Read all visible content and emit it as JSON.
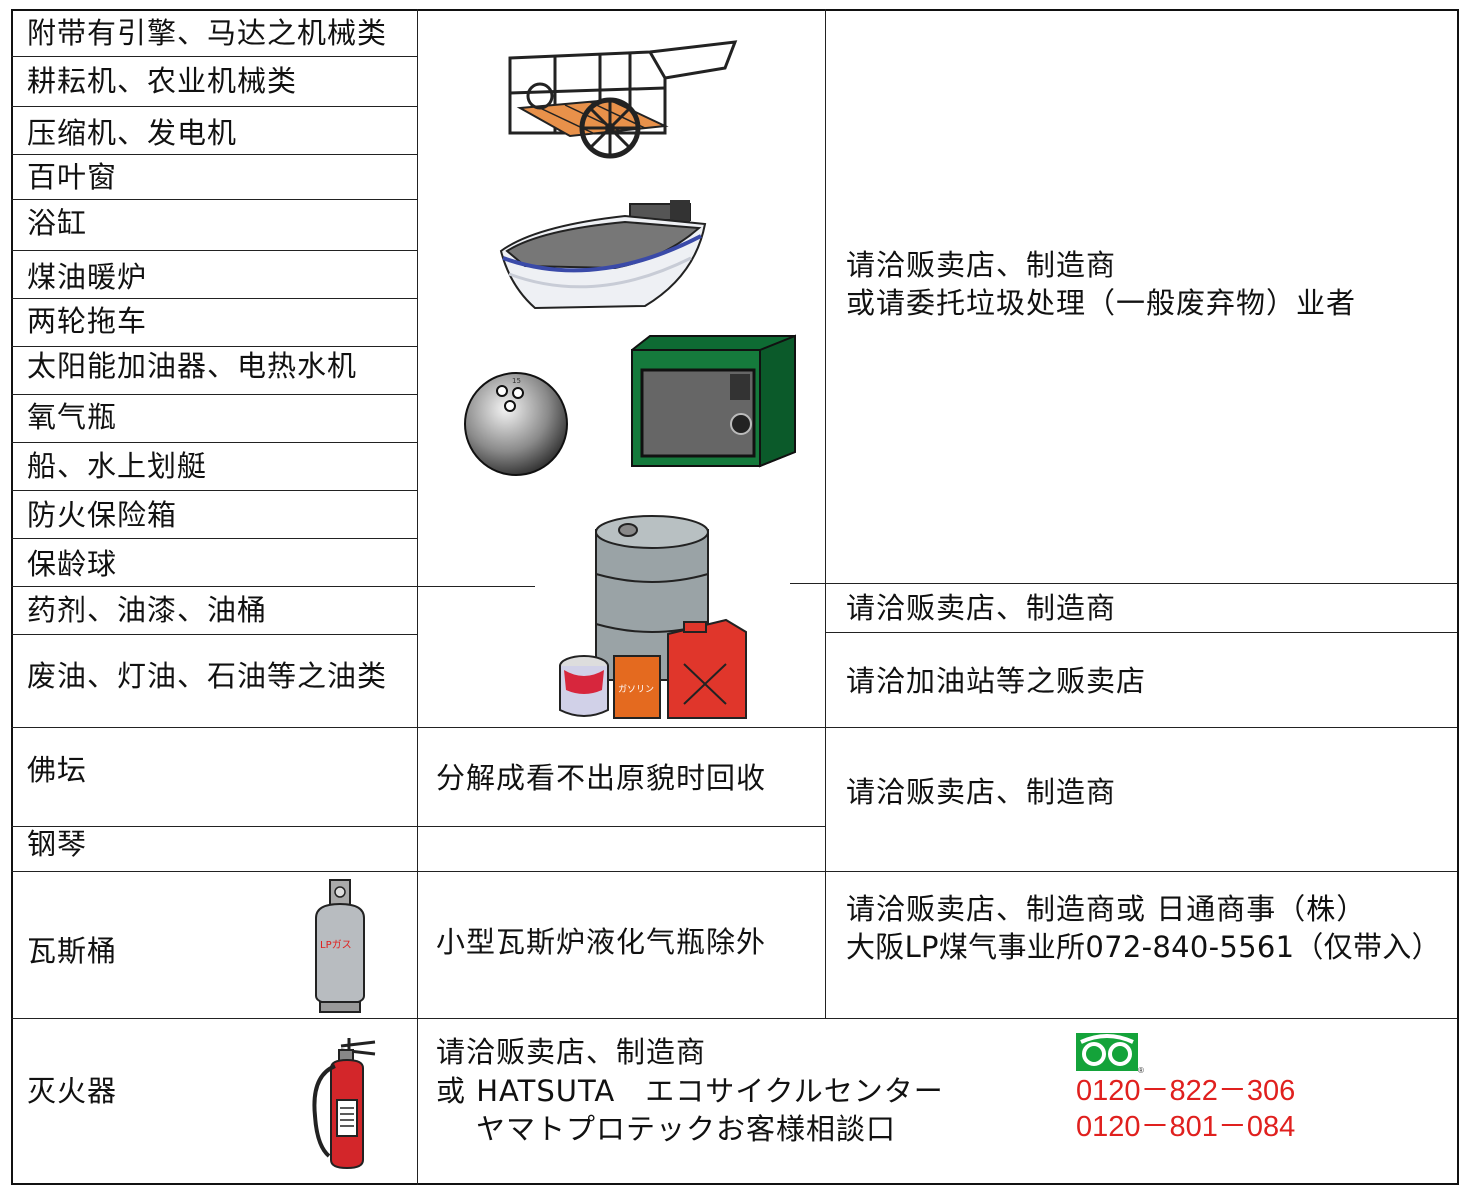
{
  "left_items": [
    "附带有引擎、马达之机械类",
    "耕耘机、农业机械类",
    "压缩机、发电机",
    "百叶窗",
    "浴缸",
    "煤油暖炉",
    "两轮拖车",
    "太阳能加油器、电热水机",
    "氧气瓶",
    "船、水上划艇",
    "防火保险箱",
    "保龄球",
    "药剂、油漆、油桶",
    "废油、灯油、石油等之油类"
  ],
  "right_notes": {
    "big_block_line1": "请洽贩卖店、制造商",
    "big_block_line2": "或请委托垃圾处理（一般废弃物）业者",
    "chemicals": "请洽贩卖店、制造商",
    "oils": "请洽加油站等之贩卖店"
  },
  "altar_piano": {
    "altar": "佛坛",
    "piano": "钢琴",
    "altar_note": "分解成看不出原貌时回收",
    "contact": "请洽贩卖店、制造商"
  },
  "gas": {
    "label": "瓦斯桶",
    "cylinder_text": "LPガス",
    "note": "小型瓦斯炉液化气瓶除外",
    "contact_line1": "请洽贩卖店、制造商或 日通商事（株）",
    "contact_line2": "大阪LP煤气事业所072-840-5561（仅带入）"
  },
  "extinguisher": {
    "label": "灭火器",
    "line1": "请洽贩卖店、制造商",
    "line2": "或 HATSUTA　エコサイクルセンター",
    "line3": "ヤマトプロテックお客様相談口",
    "phone1": "0120－822－306",
    "phone2": "0120－801－084",
    "freedial_mark": "®",
    "phone_color": "#e0201e",
    "freedial_color": "#14a33a"
  },
  "illustrations": {
    "can_label": "ガソリン",
    "ball_marks": "15"
  }
}
